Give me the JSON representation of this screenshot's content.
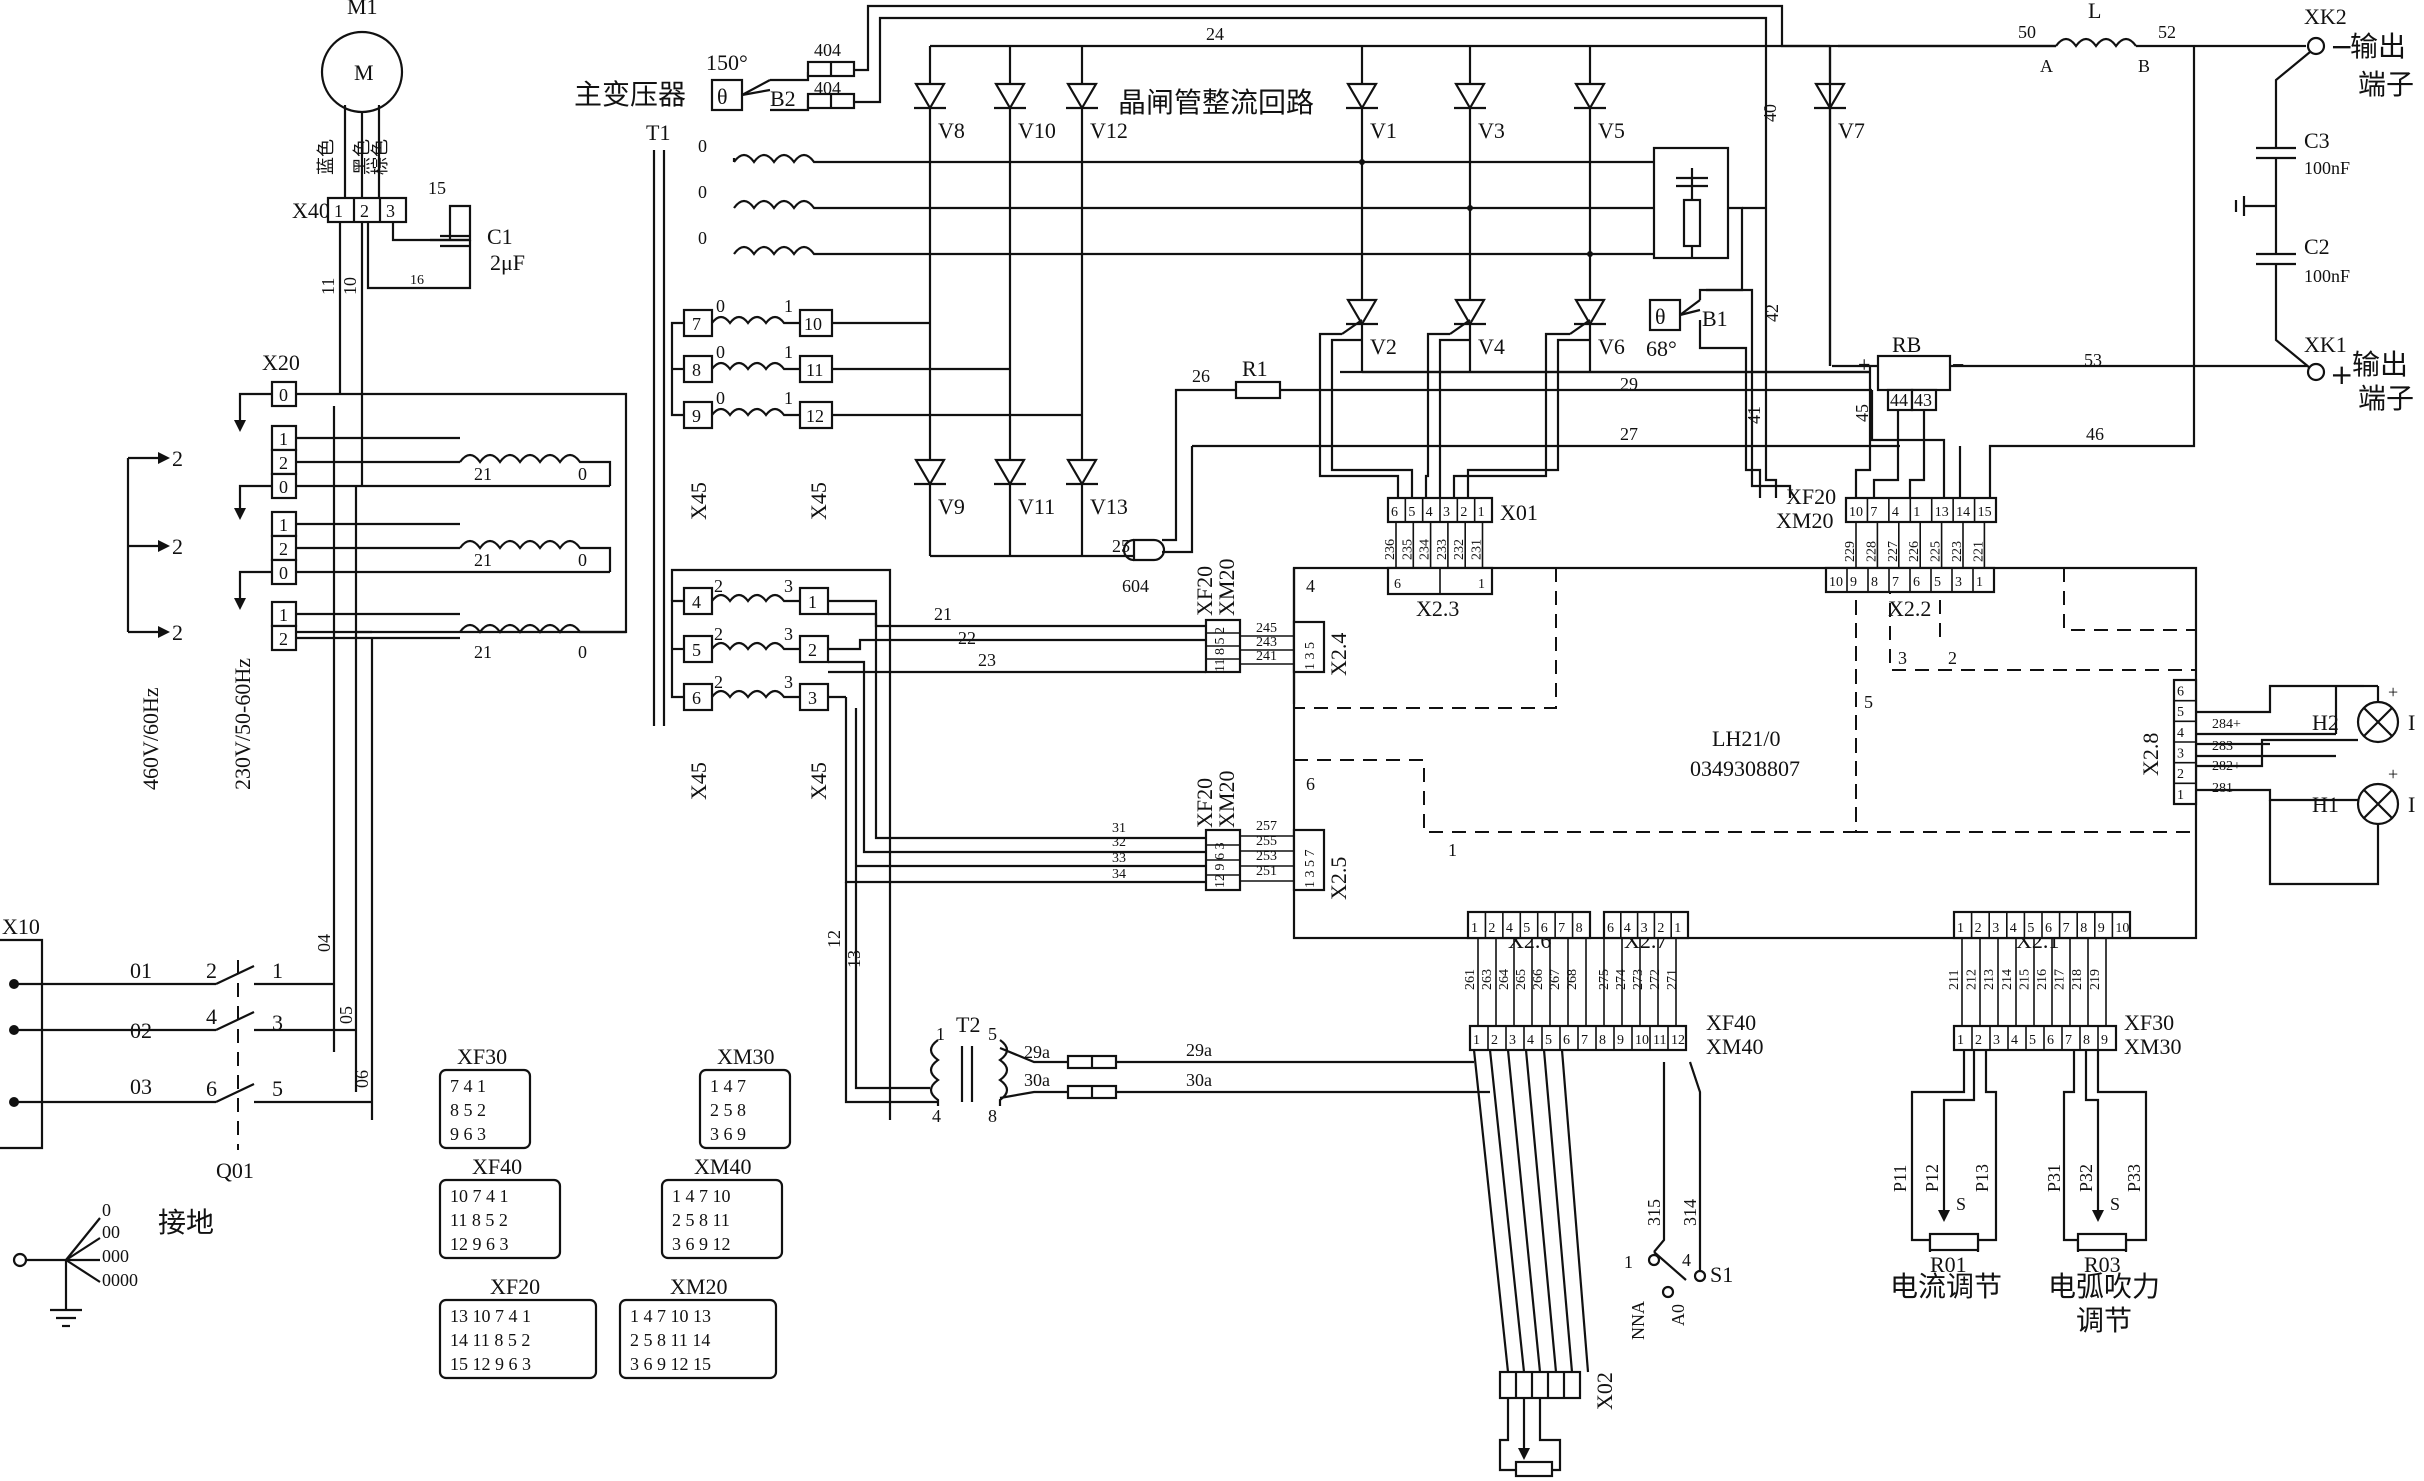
{
  "motor": {
    "name": "M1",
    "symbol": "M",
    "wire_colors": [
      "蓝色",
      "黑色",
      "棕色"
    ],
    "connector": "X40",
    "pins": [
      "1",
      "2",
      "3"
    ],
    "wire_a": "15",
    "wire_b": "16",
    "wire_11": "11",
    "wire_10": "10"
  },
  "capacitor_c1": {
    "name": "C1",
    "value": "2μF"
  },
  "transformer_main": {
    "label": "主变压器",
    "temp": "150°",
    "switch": "B2",
    "wire": "404",
    "core": "T1"
  },
  "thyristor_label": "晶闸管整流回路",
  "thyristors_top": [
    "V8",
    "V10",
    "V12",
    "V1",
    "V3",
    "V5",
    "V7"
  ],
  "thyristors_mid": [
    "V2",
    "V4",
    "V6"
  ],
  "thyristors_bottom": [
    "V9",
    "V11",
    "V13"
  ],
  "wires": {
    "w24": "24",
    "w40": "40",
    "w42": "42",
    "w41": "41",
    "w26": "26",
    "w29": "29",
    "w27": "27",
    "w25": "25",
    "w604": "604",
    "w53": "53",
    "w46": "46",
    "w45": "45",
    "w44": "44",
    "w43": "43",
    "w50": "50",
    "w52": "52",
    "w21": "21",
    "w22": "22",
    "w23": "23",
    "w31": "31",
    "w32": "32",
    "w33": "33",
    "w34": "34",
    "w12": "12",
    "w13": "13",
    "w29a": "29a",
    "w30a": "30a",
    "w01": "01",
    "w02": "02",
    "w03": "03",
    "w04": "04",
    "w05": "05",
    "w06": "06"
  },
  "r1": "R1",
  "b1": {
    "name": "B1",
    "temp": "68°"
  },
  "inductor": {
    "name": "L",
    "a": "A",
    "b": "B"
  },
  "output": {
    "xk2": "XK2",
    "xk1": "XK1",
    "minus": "−",
    "plus": "+",
    "label1": "输出",
    "label2": "端子"
  },
  "c3": {
    "name": "C3",
    "value": "100nF"
  },
  "c2": {
    "name": "C2",
    "value": "100nF"
  },
  "rb": "RB",
  "x20": {
    "name": "X20",
    "voltage1": "460V/60Hz",
    "voltage2": "230V/50-60Hz",
    "pins": [
      "0",
      "1",
      "2",
      "0",
      "1",
      "2",
      "0",
      "1",
      "2"
    ],
    "tap": "21",
    "tap0": "0",
    "arrow": "2"
  },
  "x45": {
    "name": "X45",
    "pins_left_a": [
      "7",
      "8",
      "9"
    ],
    "pins_right_a": [
      "10",
      "11",
      "12"
    ],
    "pins_left_b": [
      "4",
      "5",
      "6"
    ],
    "pins_right_b": [
      "1",
      "2",
      "3"
    ],
    "zero": "0",
    "one": "1",
    "two": "2",
    "three": "3"
  },
  "main_board": {
    "name": "LH21/0",
    "code": "0349308807",
    "zones": [
      "4",
      "5",
      "6",
      "1",
      "3",
      "2"
    ]
  },
  "x01": {
    "name": "X01",
    "pins": [
      "6",
      "5",
      "4",
      "3",
      "2",
      "1"
    ],
    "wires": [
      "236",
      "235",
      "234",
      "233",
      "232",
      "231"
    ]
  },
  "x23": {
    "name": "X2.3",
    "pins": [
      "6",
      "1"
    ]
  },
  "xf20_xm20_top": {
    "name1": "XF20",
    "name2": "XM20",
    "pins": [
      "10",
      "7",
      "4",
      "1",
      "13",
      "14",
      "15"
    ],
    "wires": [
      "229",
      "228",
      "227",
      "226",
      "225",
      "223",
      "221"
    ]
  },
  "x22": {
    "name": "X2.2",
    "pins": [
      "10",
      "9",
      "8",
      "7",
      "6",
      "5",
      "3",
      "1"
    ],
    "sub": [
      "3",
      "2"
    ]
  },
  "x24": {
    "name": "X2.4",
    "pins": [
      "1",
      "3",
      "5"
    ],
    "wires": [
      "245",
      "243",
      "241"
    ],
    "xf": [
      "XF20",
      "XM20"
    ],
    "xf_pins": [
      "11",
      "8",
      "5",
      "2"
    ]
  },
  "x25": {
    "name": "X2.5",
    "pins": [
      "1",
      "3",
      "5",
      "7"
    ],
    "wires": [
      "257",
      "255",
      "253",
      "251"
    ],
    "xf_pins": [
      "12",
      "9",
      "6",
      "3"
    ]
  },
  "x28": {
    "name": "X2.8",
    "pins": [
      "6",
      "5",
      "4",
      "3",
      "2",
      "1"
    ],
    "wires": [
      "284+",
      "283",
      "282+",
      "281"
    ]
  },
  "lamps": {
    "h2": "H2",
    "h1": "H1",
    "plus": "+",
    "mark": "I"
  },
  "x26": {
    "name": "X2.6",
    "pins": [
      "1",
      "2",
      "4",
      "5",
      "6",
      "7",
      "8"
    ],
    "wires": [
      "261",
      "263",
      "264",
      "265",
      "266",
      "267",
      "268"
    ]
  },
  "x27": {
    "name": "X2.7",
    "pins": [
      "6",
      "4",
      "3",
      "2",
      "1"
    ],
    "wires": [
      "275",
      "274",
      "273",
      "272",
      "271"
    ]
  },
  "x21": {
    "name": "X2.1",
    "pins": [
      "1",
      "2",
      "3",
      "4",
      "5",
      "6",
      "7",
      "8",
      "9",
      "10"
    ],
    "wires": [
      "211",
      "212",
      "213",
      "214",
      "215",
      "216",
      "217",
      "218",
      "219"
    ]
  },
  "xf40": {
    "name1": "XF40",
    "name2": "XM40",
    "pins": [
      "1",
      "2",
      "3",
      "4",
      "5",
      "6",
      "7",
      "8",
      "9",
      "10",
      "11",
      "12"
    ]
  },
  "xf30": {
    "name1": "XF30",
    "name2": "XM30",
    "pins": [
      "1",
      "2",
      "3",
      "4",
      "5",
      "6",
      "7",
      "8",
      "9"
    ]
  },
  "t2": {
    "name": "T2",
    "p1": "1",
    "p4": "4",
    "p5": "5",
    "p8": "8"
  },
  "x02": "X02",
  "s1": {
    "name": "S1",
    "w315": "315",
    "w314": "314",
    "p1": "1",
    "p4": "4",
    "nna": "NNA",
    "ao": "A0"
  },
  "r01": {
    "name": "R01",
    "label": "电流调节",
    "p": [
      "P11",
      "P12",
      "P13"
    ],
    "s": "S"
  },
  "r03": {
    "name": "R03",
    "label1": "电弧吹力",
    "label2": "调节",
    "p": [
      "P31",
      "P32",
      "P33"
    ],
    "s": "S"
  },
  "x10": {
    "name": "X10"
  },
  "q01": {
    "name": "Q01",
    "pins": [
      "2",
      "1",
      "4",
      "3",
      "6",
      "5"
    ]
  },
  "ground": {
    "label": "接地",
    "codes": [
      "0",
      "00",
      "000",
      "0000"
    ]
  },
  "legend": [
    {
      "name": "XF30",
      "rows": [
        [
          "7",
          "4",
          "1"
        ],
        [
          "8",
          "5",
          "2"
        ],
        [
          "9",
          "6",
          "3"
        ]
      ]
    },
    {
      "name": "XM30",
      "rows": [
        [
          "1",
          "4",
          "7"
        ],
        [
          "2",
          "5",
          "8"
        ],
        [
          "3",
          "6",
          "9"
        ]
      ]
    },
    {
      "name": "XF40",
      "rows": [
        [
          "10",
          "7",
          "4",
          "1"
        ],
        [
          "11",
          "8",
          "5",
          "2"
        ],
        [
          "12",
          "9",
          "6",
          "3"
        ]
      ]
    },
    {
      "name": "XM40",
      "rows": [
        [
          "1",
          "4",
          "7",
          "10"
        ],
        [
          "2",
          "5",
          "8",
          "11"
        ],
        [
          "3",
          "6",
          "9",
          "12"
        ]
      ]
    },
    {
      "name": "XF20",
      "rows": [
        [
          "13",
          "10",
          "7",
          "4",
          "1"
        ],
        [
          "14",
          "11",
          "8",
          "5",
          "2"
        ],
        [
          "15",
          "12",
          "9",
          "6",
          "3"
        ]
      ]
    },
    {
      "name": "XM20",
      "rows": [
        [
          "1",
          "4",
          "7",
          "10",
          "13"
        ],
        [
          "2",
          "5",
          "8",
          "11",
          "14"
        ],
        [
          "3",
          "6",
          "9",
          "12",
          "15"
        ]
      ]
    }
  ]
}
